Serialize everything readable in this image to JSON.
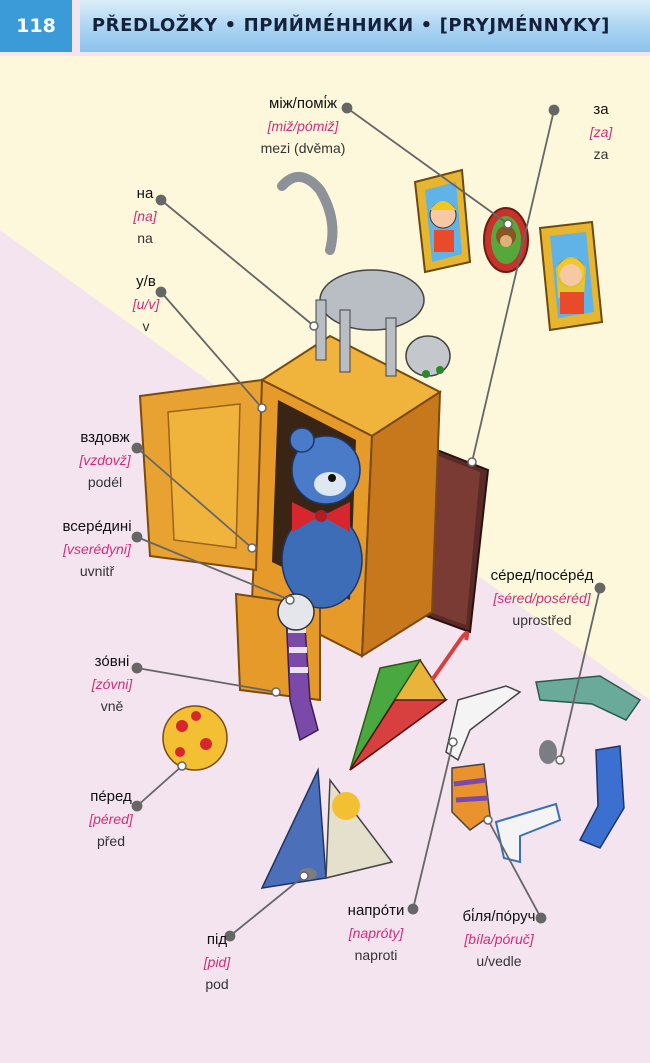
{
  "header": {
    "page_number": "118",
    "title": "PŘEDLOŽKY • ПРИЙМЕ́ННИКИ • [PRYJMÉNNYKY]"
  },
  "labels": [
    {
      "id": "miz",
      "word": "між/помі́ж",
      "translit": "[miž/pómiž]",
      "cz": "mezi (dvěma)"
    },
    {
      "id": "za",
      "word": "за",
      "translit": "[za]",
      "cz": "za"
    },
    {
      "id": "na",
      "word": "на",
      "translit": "[na]",
      "cz": "na"
    },
    {
      "id": "uv",
      "word": "у/в",
      "translit": "[u/v]",
      "cz": "v"
    },
    {
      "id": "vzdovz",
      "word": "вздовж",
      "translit": "[vzdovž]",
      "cz": "podél"
    },
    {
      "id": "vseredyni",
      "word": "всере́дині",
      "translit": "[vserédyni]",
      "cz": "uvnitř"
    },
    {
      "id": "sered",
      "word": "се́ред/посе́ре́д",
      "translit": "[séred/poséréd]",
      "cz": "uprostřed"
    },
    {
      "id": "zovni",
      "word": "зо́вні",
      "translit": "[zóvni]",
      "cz": "vně"
    },
    {
      "id": "pered",
      "word": "пе́ред",
      "translit": "[péred]",
      "cz": "před"
    },
    {
      "id": "naproty",
      "word": "напро́ти",
      "translit": "[napróty]",
      "cz": "naproti"
    },
    {
      "id": "bila",
      "word": "бі́ля/по́руч",
      "translit": "[bíla/póruč]",
      "cz": "u/vedle"
    },
    {
      "id": "pid",
      "word": "під",
      "translit": "[pid]",
      "cz": "pod"
    }
  ],
  "colors": {
    "page_badge": "#3b9bd9",
    "bg_yellow": "#fdf8dc",
    "bg_pink": "#f3e4ef",
    "translit": "#d22d7a",
    "pointer": "#666666"
  }
}
